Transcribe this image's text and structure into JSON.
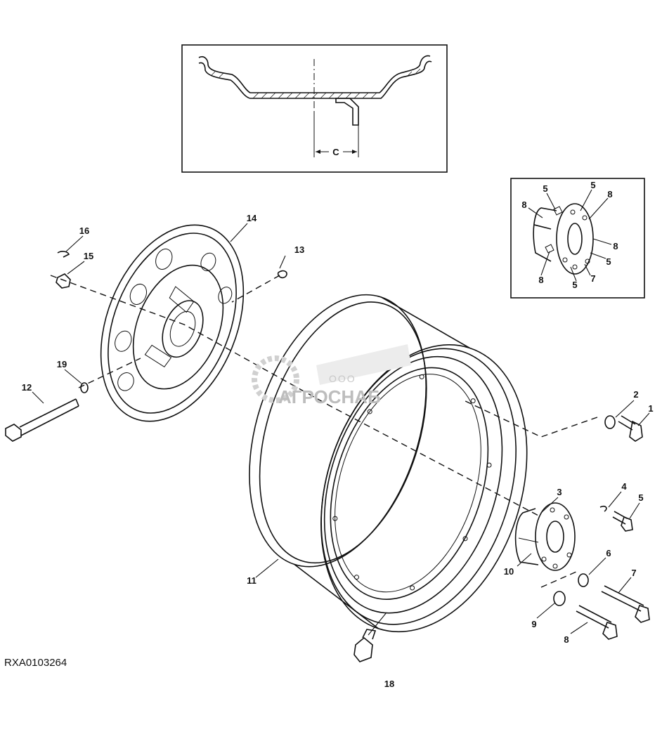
{
  "figure_code": "RXA0103264",
  "dimension_label": "C",
  "watermark": {
    "small": "ООО",
    "large": "АГРОСНАБ"
  },
  "callouts": [
    "1",
    "2",
    "3",
    "4",
    "5",
    "6",
    "7",
    "8",
    "9",
    "10",
    "11",
    "12",
    "13",
    "14",
    "15",
    "16",
    "18",
    "19"
  ],
  "inset_callouts": [
    "5",
    "5",
    "8",
    "8",
    "8",
    "5",
    "8",
    "5",
    "7"
  ]
}
